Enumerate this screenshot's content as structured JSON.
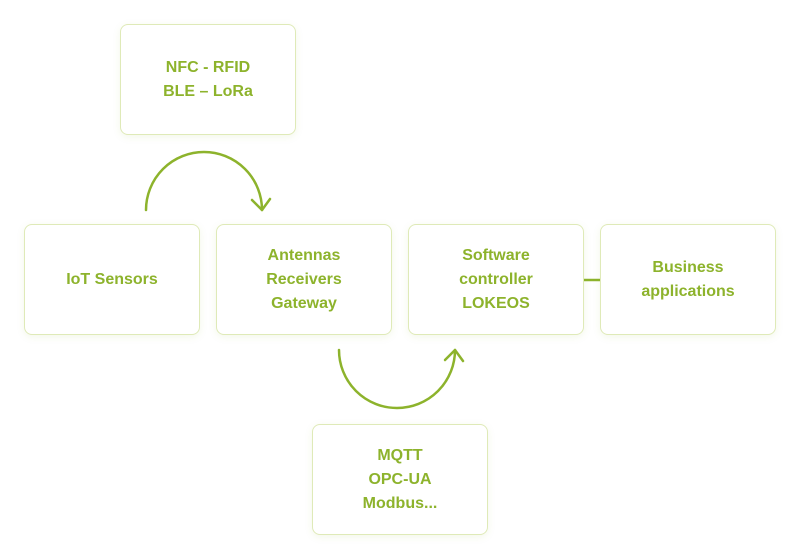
{
  "colors": {
    "accent": "#8db32c",
    "box_border": "#dfeab8",
    "background": "#ffffff"
  },
  "nodes": {
    "nfc": "NFC - RFID\nBLE – LoRa",
    "iot": "IoT Sensors",
    "antennas": "Antennas\nReceivers\nGateway",
    "software": "Software\ncontroller\nLOKEOS",
    "business": "Business\napplications",
    "mqtt": "MQTT\nOPC-UA\nModbus..."
  }
}
